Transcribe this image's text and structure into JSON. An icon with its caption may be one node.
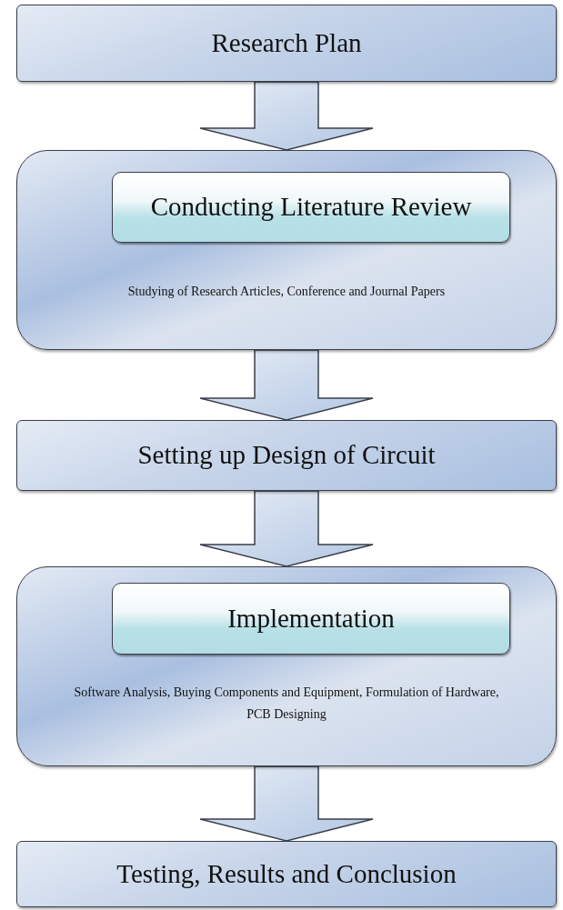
{
  "diagram": {
    "nodes": [
      {
        "text": [
          "Research Plan"
        ]
      },
      {
        "text": [
          "Studying of Research Articles, Conference and Journal Papers"
        ]
      },
      {
        "text": [
          "Conducting Literature Review"
        ],
        "in": 1
      },
      {
        "text": [
          "Setting up Design of Circuit"
        ]
      },
      {
        "text": [
          "Software Analysis, Buying Components and Equipment, Formulation of Hardware, PCB Designing"
        ]
      },
      {
        "text": [
          "Implementation"
        ],
        "in": 4
      },
      {
        "text": [
          "Testing, Results and Conclusion"
        ]
      }
    ],
    "edges": [
      {
        "from": 0,
        "to": 1,
        "arrow": "to"
      },
      {
        "from": 1,
        "to": 3,
        "arrow": "to"
      },
      {
        "from": 3,
        "to": 4,
        "arrow": "to"
      },
      {
        "from": 4,
        "to": 6,
        "arrow": "to"
      }
    ]
  }
}
